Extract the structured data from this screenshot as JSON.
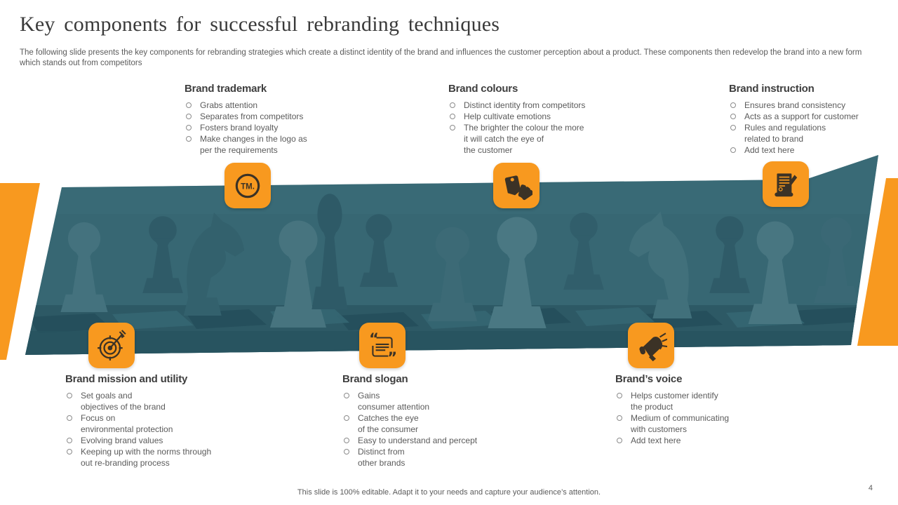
{
  "slide": {
    "title": "Key components for successful rebranding techniques",
    "subtitle": "The following slide presents the key components for rebranding strategies which create a distinct identity of the brand and influences the customer perception about a product. These components then redevelop the brand into a new form which stands out from competitors",
    "footer_note": "This slide is 100% editable. Adapt it to your needs and capture your audience’s attention.",
    "page_number": "4"
  },
  "icons": {
    "trademark_label": "TM.",
    "open_quote": "“",
    "close_quote": "”"
  },
  "colors": {
    "accent_orange": "#F8991F",
    "band_teal": "#376773",
    "glyph_dark": "#3B3226",
    "heading_text": "#3E3E3E",
    "body_text": "#5B5B5B"
  },
  "sections": [
    {
      "title": "Brand trademark",
      "bullets": [
        "Grabs attention",
        "Separates from competitors",
        "Fosters brand loyalty",
        "Make changes in the logo as\nper the requirements"
      ]
    },
    {
      "title": "Brand colours",
      "bullets": [
        "Distinct identity from competitors",
        "Help cultivate emotions",
        "The brighter the colour the more\nit will catch the eye of\nthe customer"
      ]
    },
    {
      "title": "Brand instruction",
      "bullets": [
        "Ensures brand consistency",
        "Acts as a support for customer",
        "Rules and regulations\nrelated to brand",
        "Add text here"
      ]
    },
    {
      "title": "Brand mission and utility",
      "bullets": [
        "Set goals and\nobjectives of the brand",
        "Focus on\nenvironmental protection",
        "Evolving brand values",
        "Keeping up with the norms through\nout re-branding process"
      ]
    },
    {
      "title": "Brand slogan",
      "bullets": [
        "Gains\nconsumer attention",
        "Catches the eye\nof the consumer",
        "Easy to understand and percept",
        "Distinct from\nother brands"
      ]
    },
    {
      "title": "Brand’s voice",
      "bullets": [
        "Helps customer identify\nthe product",
        "Medium of communicating\nwith customers",
        "Add text here"
      ]
    }
  ]
}
